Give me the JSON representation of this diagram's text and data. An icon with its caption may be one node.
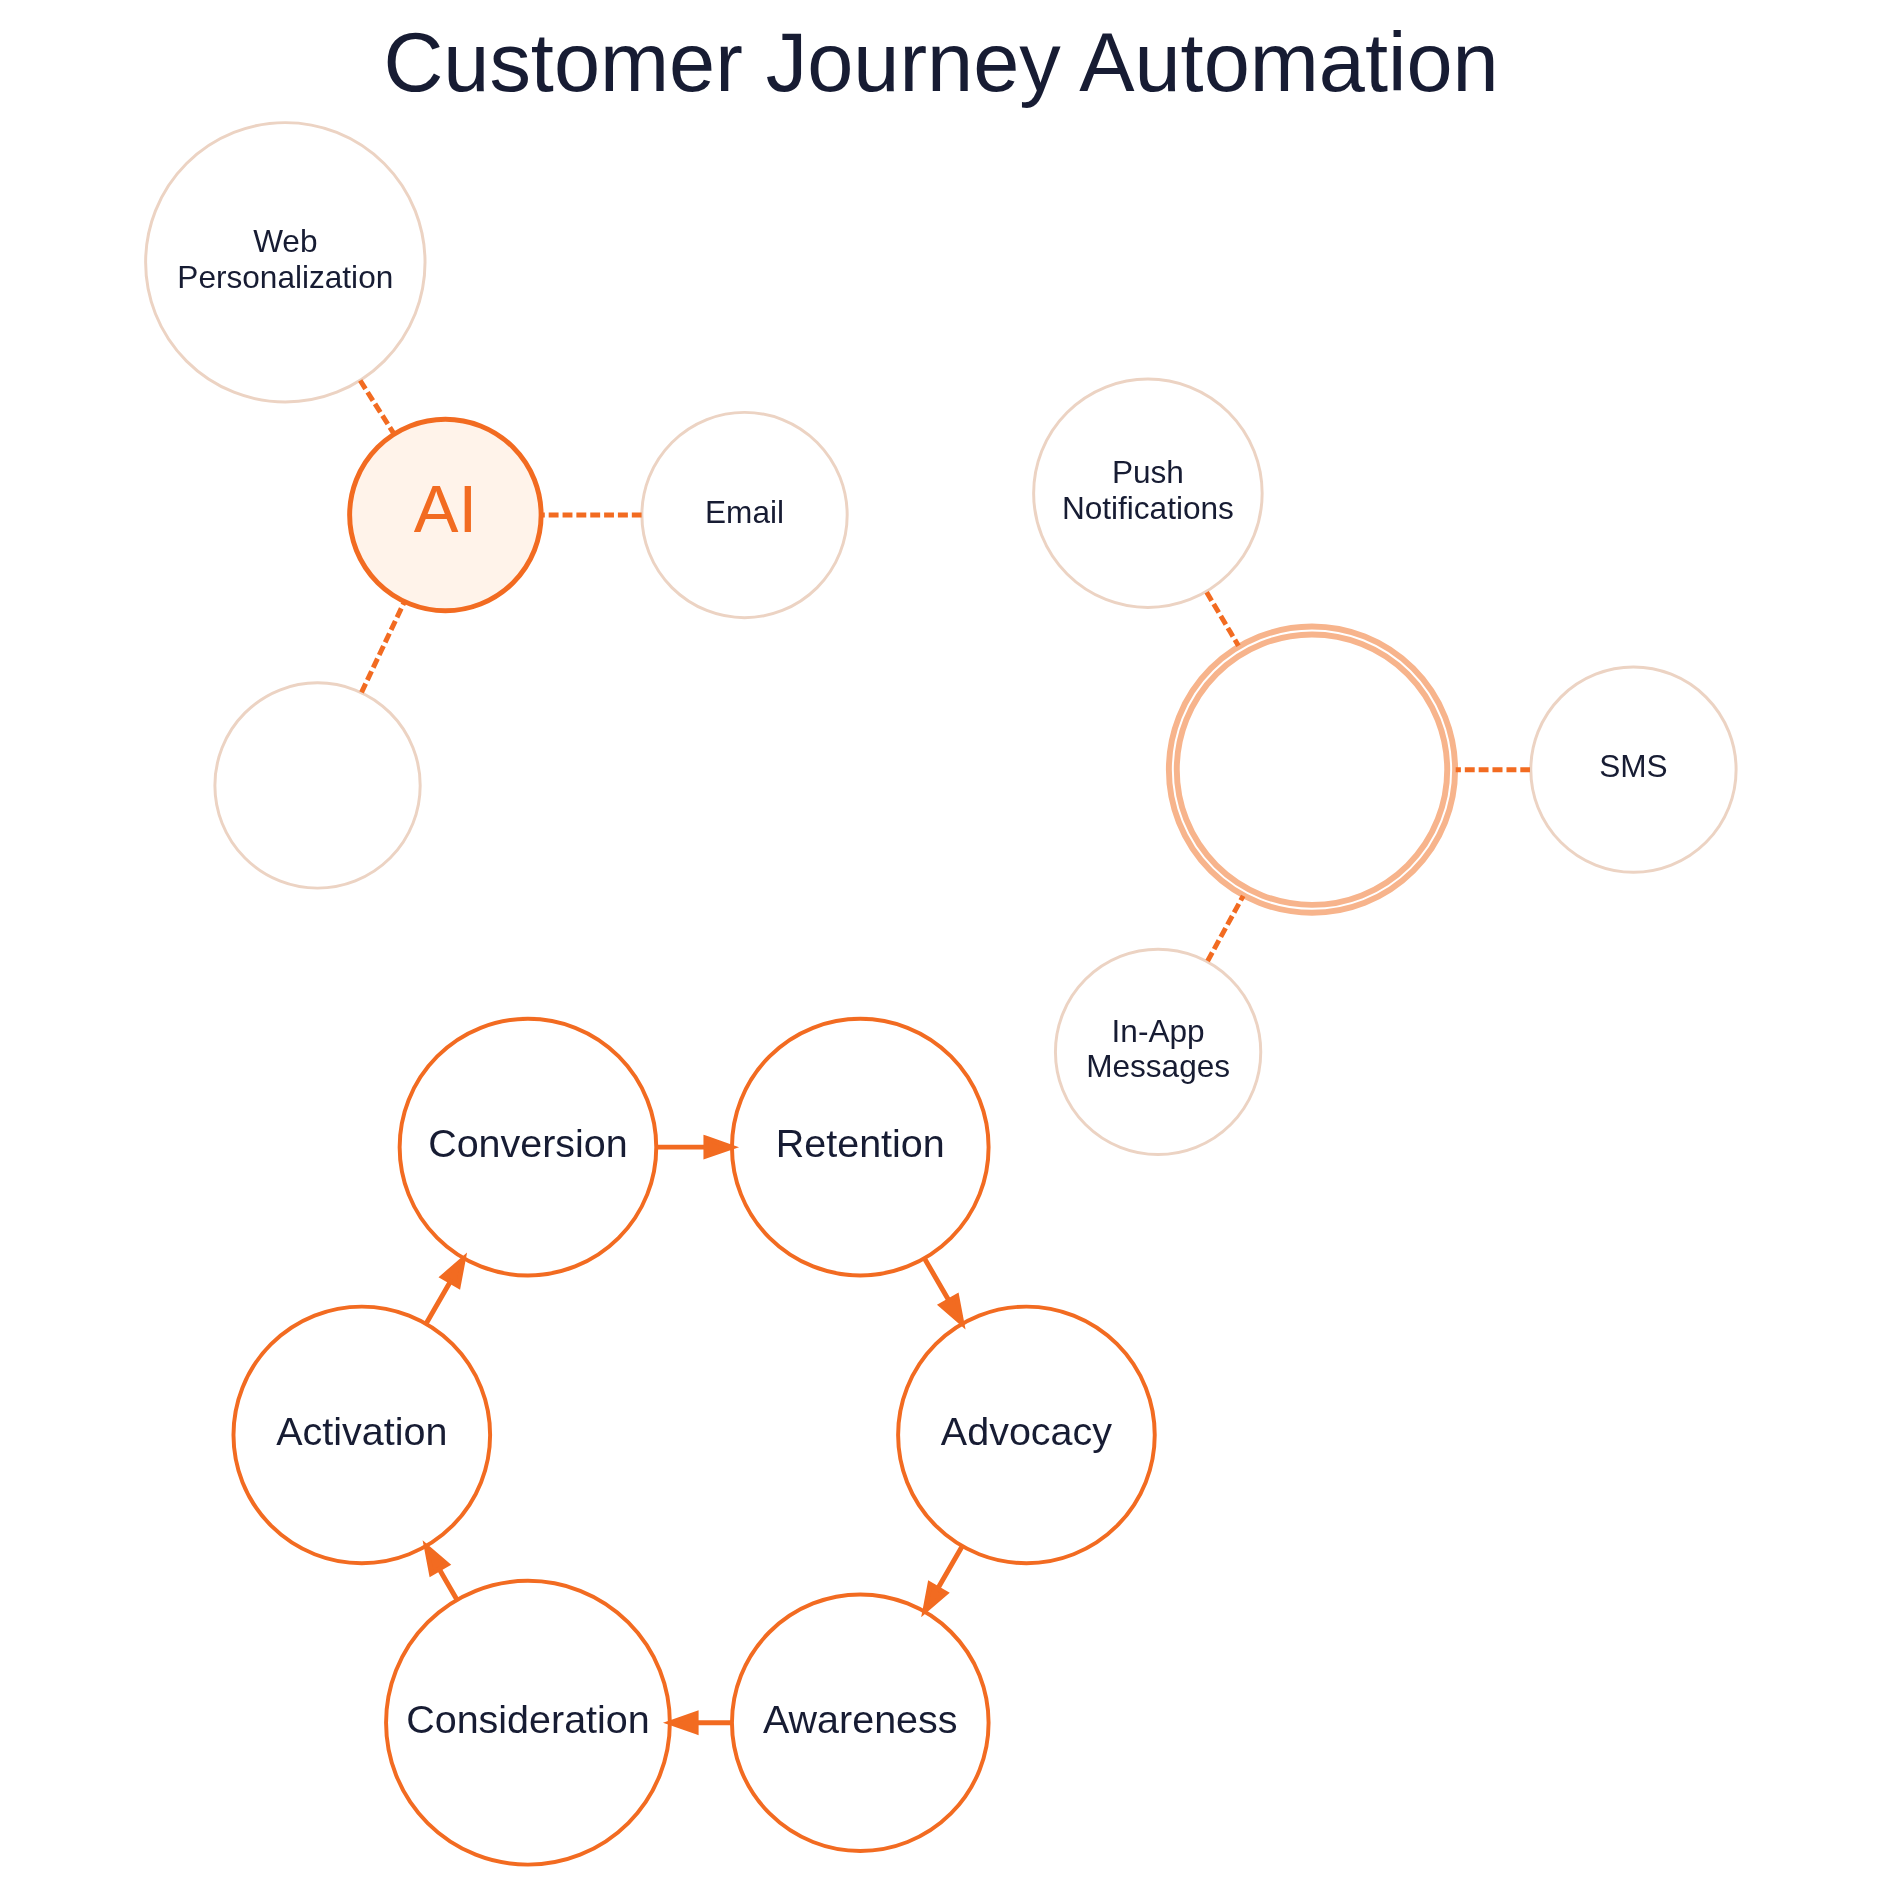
{
  "diagram": {
    "title": "Customer Journey Automation",
    "nodes": [
      {
        "text": [
          "Awareness"
        ]
      },
      {
        "text": [
          "Consideration"
        ]
      },
      {
        "text": [
          "Activation"
        ]
      },
      {
        "text": [
          "Conversion"
        ]
      },
      {
        "text": [
          "Retention"
        ]
      },
      {
        "text": [
          "Advocacy"
        ]
      },
      {
        "text": [
          "AI"
        ]
      },
      {
        "text": [],
        "shape": "person"
      },
      {
        "text": [
          "Email"
        ]
      },
      {
        "text": [
          "Web Personalization"
        ]
      },
      {
        "text": [],
        "shape": "circle"
      },
      {
        "text": [
          "SMS"
        ]
      },
      {
        "text": [
          "Push Notifications"
        ]
      },
      {
        "text": [
          "In-App Messages"
        ]
      }
    ],
    "edges": [
      {
        "from": 0,
        "to": 1,
        "arrow": "to"
      },
      {
        "from": 1,
        "to": 2,
        "arrow": "to"
      },
      {
        "from": 2,
        "to": 3,
        "arrow": "to"
      },
      {
        "from": 3,
        "to": 4,
        "arrow": "to"
      },
      {
        "from": 4,
        "to": 5,
        "arrow": "to"
      },
      {
        "from": 5,
        "to": 0,
        "arrow": "to"
      },
      {
        "from": 8,
        "to": 6,
        "arrow": "none",
        "style": "dashed"
      },
      {
        "from": 9,
        "to": 6,
        "arrow": "none",
        "style": "dashed"
      },
      {
        "from": 10,
        "to": 6,
        "arrow": "none",
        "style": "dashed"
      },
      {
        "from": 11,
        "to": 7,
        "arrow": "none",
        "style": "dashed"
      },
      {
        "from": 12,
        "to": 7,
        "arrow": "none",
        "style": "dashed"
      },
      {
        "from": 13,
        "to": 7,
        "arrow": "none",
        "style": "dashed"
      }
    ]
  }
}
